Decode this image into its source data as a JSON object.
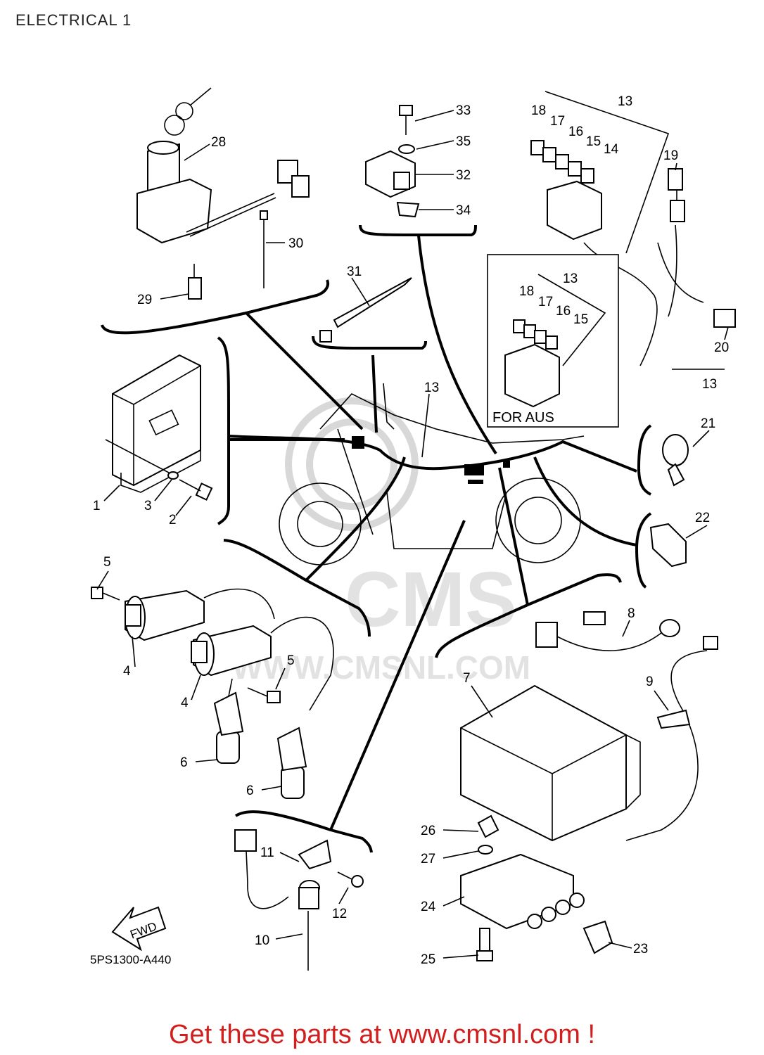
{
  "header": {
    "title": "ELECTRICAL 1"
  },
  "diagram_code": "5PS1300-A440",
  "fwd_label": "FWD",
  "for_aus_label": "FOR AUS",
  "watermark": {
    "text": "CMS",
    "url_text": "WWW.CMSNL.COM"
  },
  "callouts": [
    "1",
    "2",
    "3",
    "4",
    "4",
    "5",
    "5",
    "6",
    "6",
    "7",
    "8",
    "9",
    "10",
    "11",
    "12",
    "13",
    "13",
    "13",
    "13",
    "14",
    "15",
    "15",
    "16",
    "16",
    "17",
    "17",
    "18",
    "18",
    "19",
    "20",
    "21",
    "22",
    "23",
    "24",
    "25",
    "26",
    "27",
    "28",
    "29",
    "30",
    "31",
    "32",
    "33",
    "34",
    "35"
  ],
  "footer": {
    "cta": "Get these parts at www.cmsnl.com !"
  },
  "colors": {
    "cta": "#d31e1e",
    "watermark": "#d8d8d8",
    "lines": "#000000"
  }
}
